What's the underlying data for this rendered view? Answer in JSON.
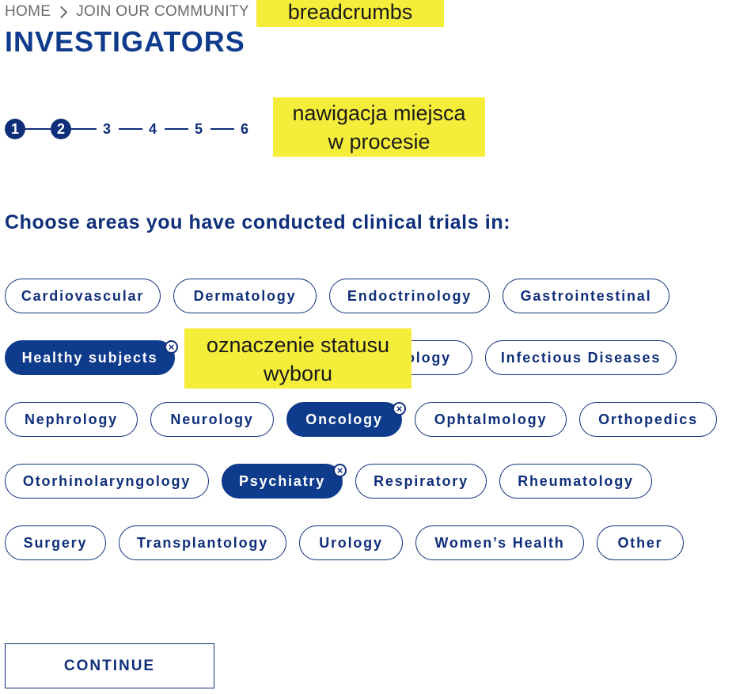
{
  "breadcrumb": {
    "items": [
      "HOME",
      "JOIN OUR COMMUNITY"
    ]
  },
  "page_title": "INVESTIGATORS",
  "stepper": {
    "steps": [
      "1",
      "2",
      "3",
      "4",
      "5",
      "6"
    ],
    "completed_count": 2
  },
  "question": "Choose areas you have conducted clinical trials in:",
  "areas": [
    {
      "label": "Cardiovascular",
      "selected": false
    },
    {
      "label": "Dermatology",
      "selected": false
    },
    {
      "label": "Endoctrinology",
      "selected": false
    },
    {
      "label": "Gastrointestinal",
      "selected": false
    },
    {
      "label": "Healthy subjects",
      "selected": true
    },
    {
      "label": "ology",
      "selected": false
    },
    {
      "label": "Infectious Diseases",
      "selected": false
    },
    {
      "label": "Nephrology",
      "selected": false
    },
    {
      "label": "Neurology",
      "selected": false
    },
    {
      "label": "Oncology",
      "selected": true
    },
    {
      "label": "Ophtalmology",
      "selected": false
    },
    {
      "label": "Orthopedics",
      "selected": false
    },
    {
      "label": "Otorhinolaryngology",
      "selected": false
    },
    {
      "label": "Psychiatry",
      "selected": true
    },
    {
      "label": "Respiratory",
      "selected": false
    },
    {
      "label": "Rheumatology",
      "selected": false
    },
    {
      "label": "Surgery",
      "selected": false
    },
    {
      "label": "Transplantology",
      "selected": false
    },
    {
      "label": "Urology",
      "selected": false
    },
    {
      "label": "Women’s Health",
      "selected": false
    },
    {
      "label": "Other",
      "selected": false
    }
  ],
  "remove_glyph": "×",
  "continue_label": "CONTINUE",
  "annotations": {
    "breadcrumbs": "breadcrumbs",
    "step_nav": [
      "nawigacja miejsca",
      "w procesie"
    ],
    "selection_status": [
      "oznaczenie statusu",
      "wyboru"
    ]
  },
  "colors": {
    "primary": "#0f2f7a",
    "selected_fill": "#0f3b8c",
    "annotation": "#f4ee3a",
    "breadcrumb_text": "#6b6b6b"
  }
}
